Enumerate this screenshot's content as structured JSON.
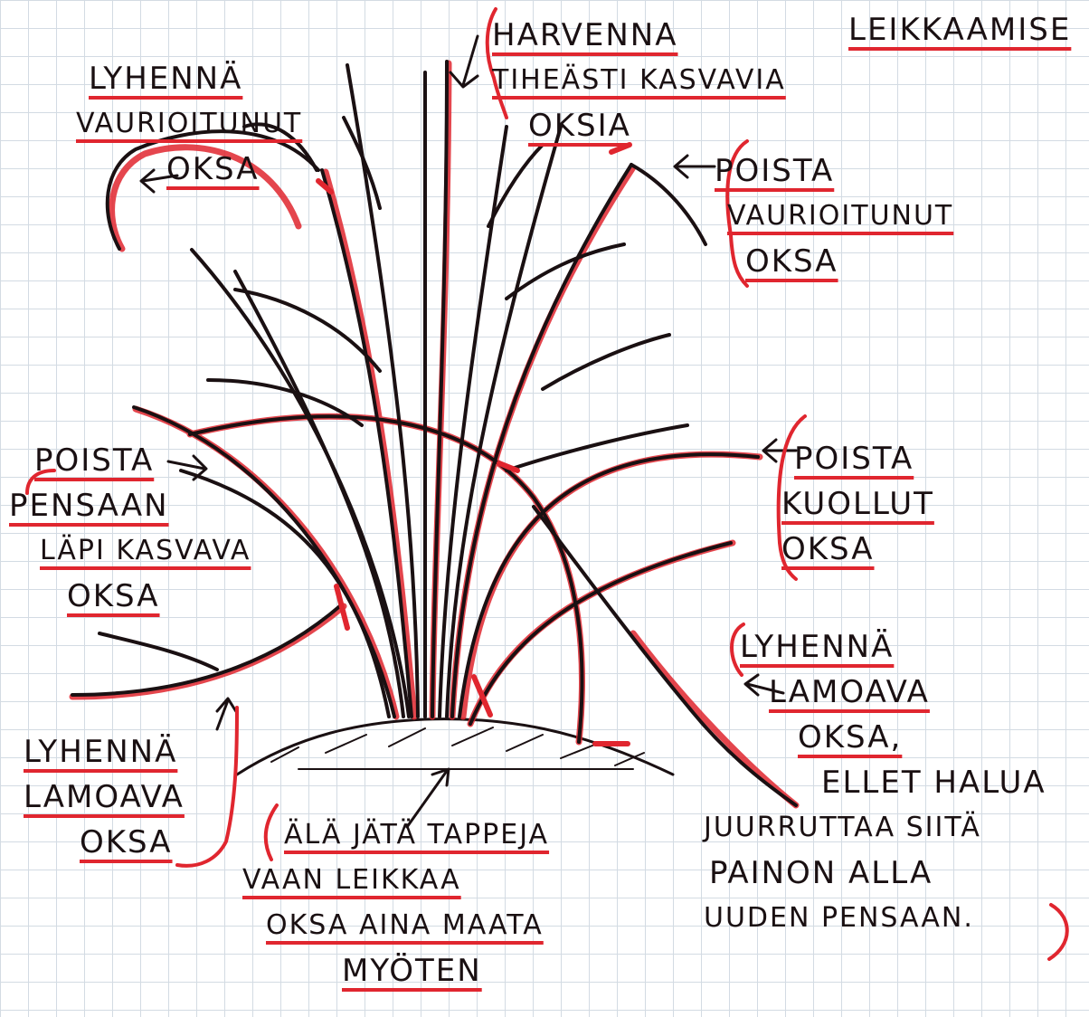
{
  "notes": {
    "title_fragment": [
      "LEIKKAAMISE"
    ],
    "thin_dense": [
      "HARVENNA",
      "TIHEÄSTI KASVAVIA",
      "OKSIA"
    ],
    "shorten_damaged": [
      "LYHENNÄ",
      "VAURIOITUNUT",
      "OKSA"
    ],
    "remove_damaged": [
      "POISTA",
      "VAURIOITUNUT",
      "OKSA"
    ],
    "remove_through": [
      "POISTA",
      "PENSAAN",
      "LÄPI KASVAVA",
      "OKSA"
    ],
    "remove_dead": [
      "POISTA",
      "KUOLLUT",
      "OKSA"
    ],
    "shorten_drooping_left": [
      "LYHENNÄ",
      "LAMOAVA",
      "OKSA"
    ],
    "shorten_drooping_right": [
      "LYHENNÄ",
      "LAMOAVA",
      "OKSA,",
      "ELLET HALUA",
      "JUURRUTTAA SIITÄ",
      "PAINON ALLA",
      "UUDEN PENSAAN."
    ],
    "no_stubs": [
      "ÄLÄ JÄTÄ TAPPEJA",
      "VAAN LEIKKAA",
      "OKSA AINA MAATA",
      "MYÖTEN"
    ]
  },
  "colors": {
    "ink": "#1a1012",
    "accent": "#e0262f",
    "grid": "#d3dbe3"
  }
}
